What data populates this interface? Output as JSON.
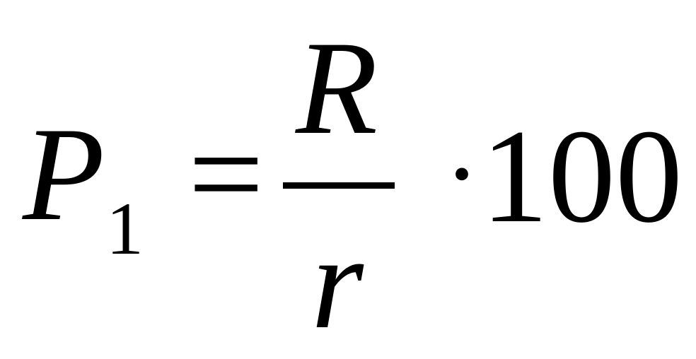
{
  "formula": {
    "lhs_variable": "P",
    "lhs_subscript": "1",
    "equals": "=",
    "numerator": "R",
    "denominator": "r",
    "operator": "·",
    "factor": "100"
  }
}
